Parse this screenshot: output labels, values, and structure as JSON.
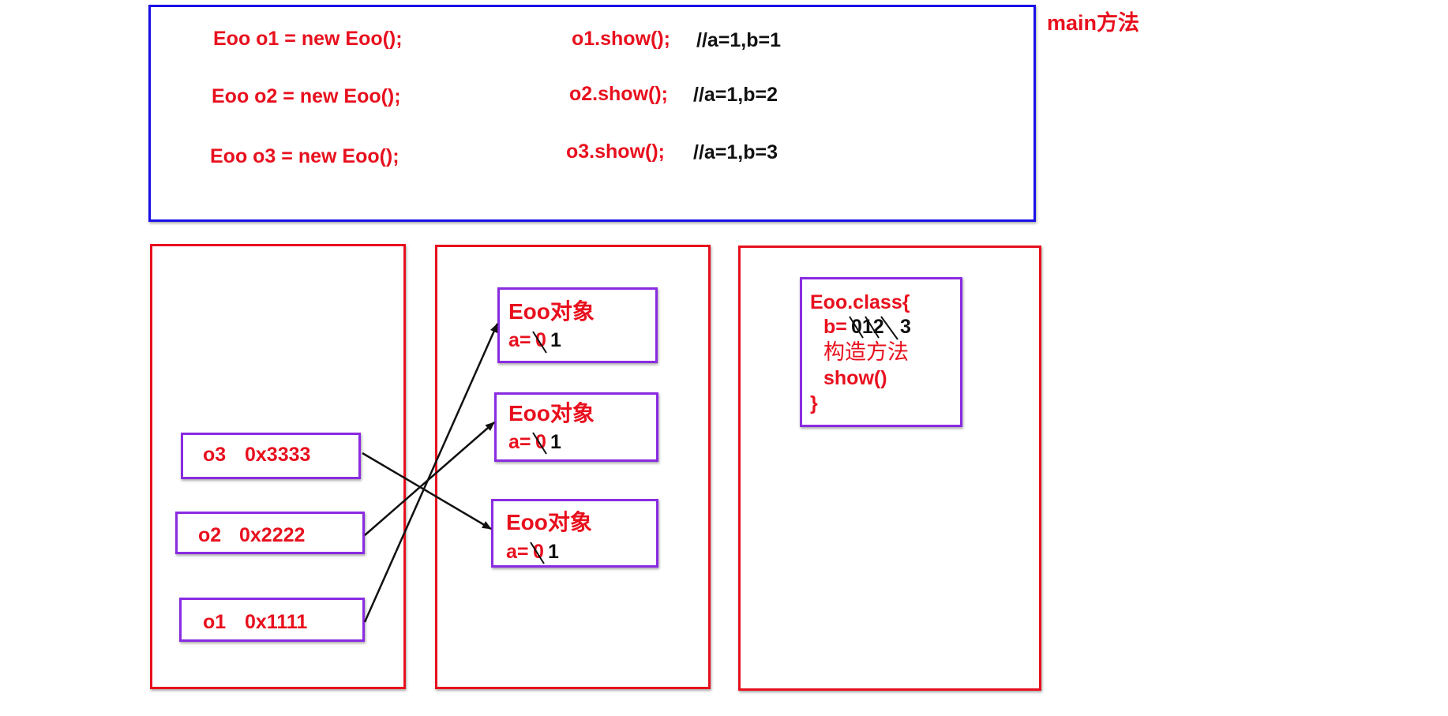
{
  "main_frame": {
    "label": "main方法",
    "declarations": [
      "Eoo o1 = new Eoo();",
      "Eoo o2 = new Eoo();",
      "Eoo o3 = new Eoo();"
    ],
    "calls": [
      "o1.show();",
      "o2.show();",
      "o3.show();"
    ],
    "comments": [
      "//a=1,b=1",
      "//a=1,b=2",
      "//a=1,b=3"
    ]
  },
  "stack": {
    "refs": [
      {
        "name": "o3",
        "addr": "0x3333"
      },
      {
        "name": "o2",
        "addr": "0x2222"
      },
      {
        "name": "o1",
        "addr": "0x1111"
      }
    ]
  },
  "heap": {
    "objects": [
      {
        "title": "Eoo对象",
        "field": "a=",
        "old": "0",
        "new": "1"
      },
      {
        "title": "Eoo对象",
        "field": "a=",
        "old": "0",
        "new": "1"
      },
      {
        "title": "Eoo对象",
        "field": "a=",
        "old": "0",
        "new": "1"
      }
    ]
  },
  "method_area": {
    "class_header": "Eoo.class{",
    "static_field": "b=",
    "static_old": "012",
    "static_new": "3",
    "constructor": "构造方法",
    "method": "show()",
    "close": "}"
  },
  "colors": {
    "red": "#e8101e",
    "blue": "#1a10e8",
    "purple": "#8a2be2",
    "black": "#111111"
  }
}
